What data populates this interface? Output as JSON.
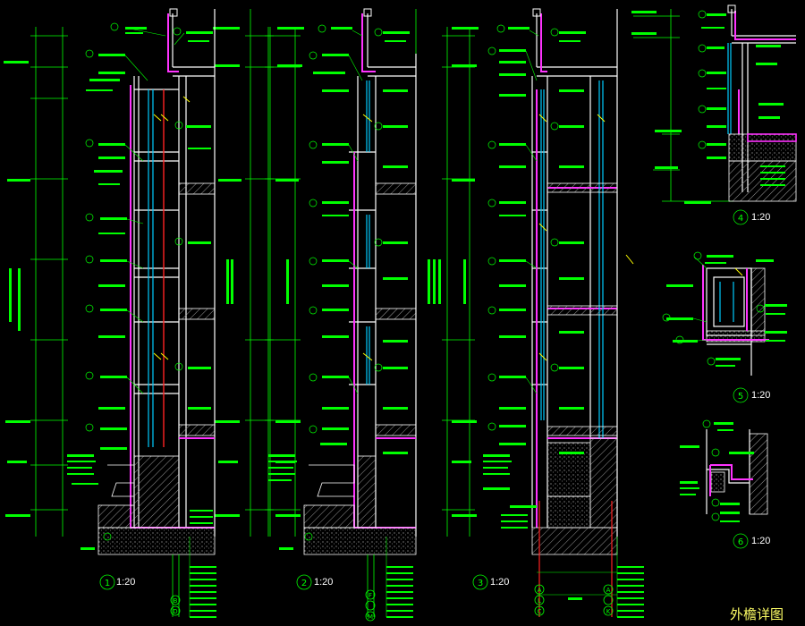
{
  "drawing": {
    "title": "外檐详图",
    "details": [
      {
        "number": "1",
        "scale": "1:20"
      },
      {
        "number": "2",
        "scale": "1:20"
      },
      {
        "number": "3",
        "scale": "1:20"
      },
      {
        "number": "4",
        "scale": "1:20"
      },
      {
        "number": "5",
        "scale": "1:20"
      },
      {
        "number": "6",
        "scale": "1:20"
      }
    ],
    "axis_labels": {
      "detail1": [
        "B",
        "D"
      ],
      "detail2": [
        "F",
        "M"
      ],
      "detail3_left": [
        "A",
        "C"
      ],
      "detail3_mid": [
        "L"
      ],
      "detail3_right": [
        "A",
        "K"
      ]
    },
    "colors": {
      "background": "#000000",
      "dimension": "#00ff00",
      "wall": "#ffffff",
      "insulation": "#ff33ff",
      "glazing": "#00ccff",
      "hatch": "#cccccc",
      "callout": "#ffff00",
      "red_line": "#ff2222"
    }
  }
}
